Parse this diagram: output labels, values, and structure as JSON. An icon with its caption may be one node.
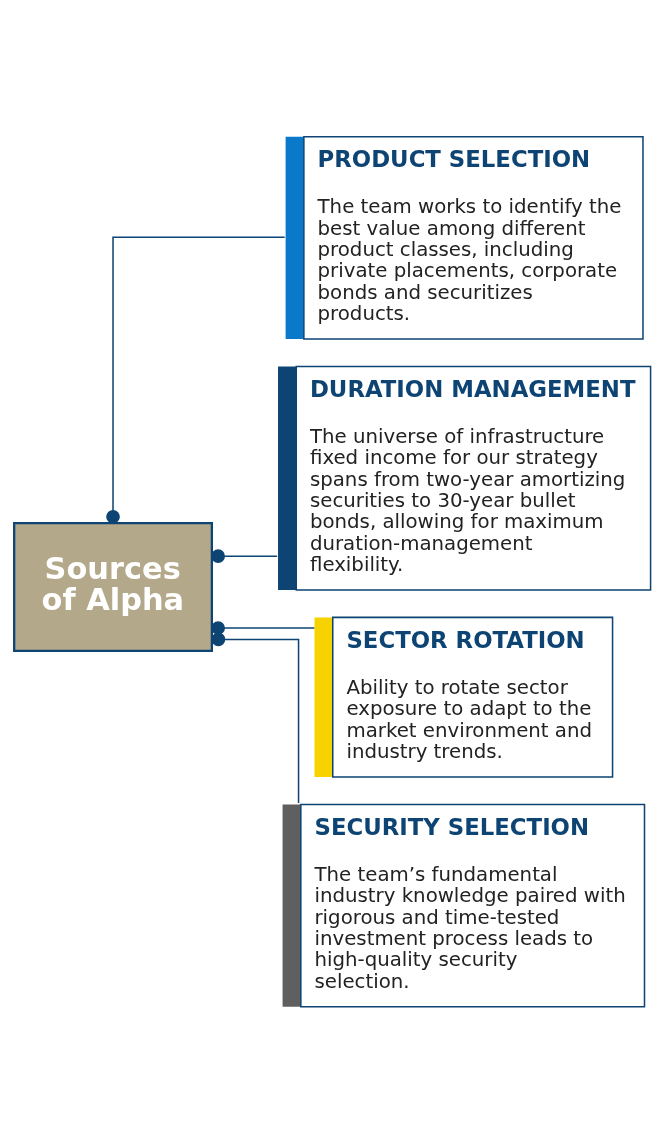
{
  "diagram": {
    "nodes": [
      {
        "text": [
          "Sources of Alpha"
        ]
      },
      {
        "text": [
          "PRODUCT SELECTION",
          "The team works to identify the best value among different product classes, including private placements, corporate bonds and securitizes products."
        ]
      },
      {
        "text": [
          "DURATION MANAGEMENT",
          "The universe of infrastructure fixed income for our strategy spans from two-year amortizing securities to 30-year bullet bonds, allowing for maximum duration-management flexibility."
        ]
      },
      {
        "text": [
          "SECTOR ROTATION",
          "Ability to rotate sector exposure to adapt to the market environment and industry trends."
        ]
      },
      {
        "text": [
          "SECURITY SELECTION",
          "The team’s fundamental industry knowledge paired with rigorous and time-tested investment process leads to high-quality security selection."
        ]
      }
    ],
    "edges": [
      {
        "from": 0,
        "to": 1,
        "arrow": "other"
      },
      {
        "from": 0,
        "to": 2,
        "arrow": "other"
      },
      {
        "from": 0,
        "to": 3,
        "arrow": "other"
      },
      {
        "from": 0,
        "to": 4,
        "arrow": "other"
      }
    ]
  }
}
